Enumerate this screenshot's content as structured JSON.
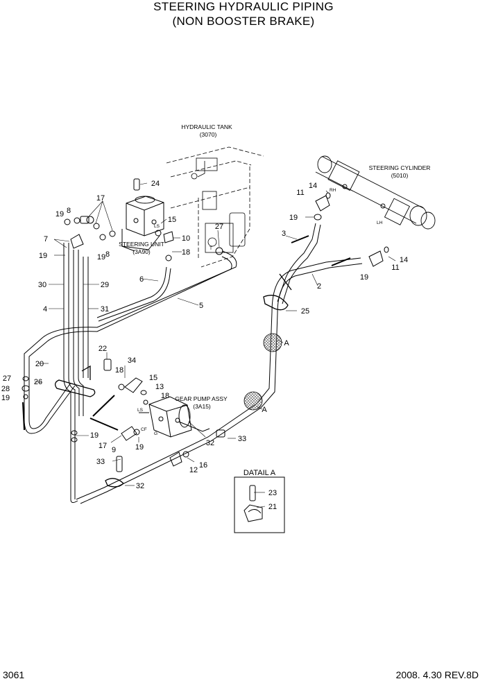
{
  "header": {
    "title_line1": "STEERING HYDRAULIC PIPING",
    "title_line2": "(NON BOOSTER BRAKE)"
  },
  "components": {
    "hydraulic_tank": [
      "HYDRAULIC TANK",
      "(3070)"
    ],
    "steering_cylinder": [
      "STEERING CYLINDER",
      "(5010)"
    ],
    "steering_unit": [
      "STEERING UNIT",
      "(3A90)"
    ],
    "gear_pump": [
      "GEAR PUMP ASSY",
      "(3A15)"
    ],
    "detail_title": "DATAIL A"
  },
  "port_labels": {
    "rh": "RH",
    "lh": "LH",
    "ls_top": "LS",
    "ls_pump": "LS",
    "cf": "CF",
    "g": "G",
    "t": "T"
  },
  "callouts": {
    "n24": "24",
    "n17": "17",
    "n19a": "19",
    "n8a": "8",
    "n7": "7",
    "n19b": "19",
    "n19c": "19",
    "n8b": "8",
    "n15a": "15",
    "n10": "10",
    "n18a": "18",
    "n27a": "27",
    "n30": "30",
    "n29": "29",
    "n6": "6",
    "n4": "4",
    "n31": "31",
    "n5": "5",
    "n11a": "11",
    "n14a": "14",
    "n19d": "19",
    "n3": "3",
    "n19e": "19",
    "n14b": "14",
    "n11b": "11",
    "n2": "2",
    "n25": "25",
    "nA1": "A",
    "nA2": "A",
    "n22": "22",
    "n34": "34",
    "n18b": "18",
    "n15b": "15",
    "n13": "13",
    "n18c": "18",
    "n20": "20",
    "n27b": "27",
    "n26": "26",
    "n28": "28",
    "n19f": "19",
    "n19g": "19",
    "n17b": "17",
    "n9": "9",
    "n19h": "19",
    "n33a": "33",
    "n32a": "32",
    "n33b": "33",
    "n16": "16",
    "n12": "12",
    "n32b": "32",
    "n23": "23",
    "n21": "21"
  },
  "footer": {
    "page_number": "3061",
    "revision": "2008. 4.30  REV.8D"
  }
}
